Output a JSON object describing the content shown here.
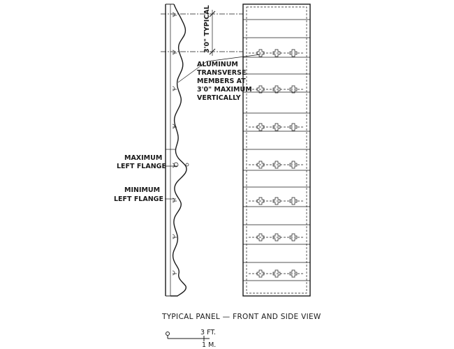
{
  "labels": {
    "dimension": "3'0\" TYPICAL",
    "transverse": [
      "ALUMINUM",
      "TRANSVERSE",
      "MEMBERS AT",
      "3'0\" MAXIMUM",
      "VERTICALLY"
    ],
    "max_flange": [
      "MAXIMUM",
      "LEFT FLANGE"
    ],
    "min_flange": [
      "MINIMUM",
      "LEFT FLANGE"
    ]
  },
  "caption": "TYPICAL PANEL — FRONT AND SIDE VIEW",
  "scale": {
    "start": "0",
    "imperial": "3 FT.",
    "metric": "1 M."
  }
}
